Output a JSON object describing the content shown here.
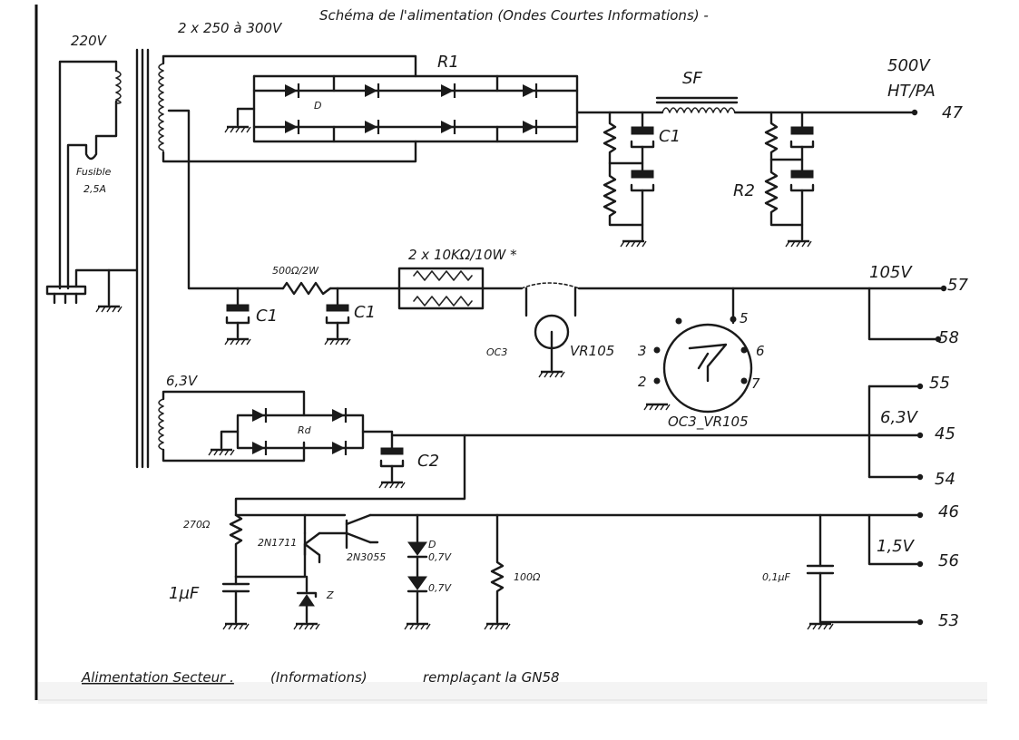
{
  "title": "Schéma de l'alimentation (Ondes Courtes Informations) -",
  "footer": {
    "main": "Alimentation Secteur .",
    "sub": "(Informations)",
    "rest": "remplaçant la GN58"
  },
  "transformer": {
    "mains_voltage": "220V",
    "secondary_ht": "2 x 250 à 300V",
    "fuse_label": "Fusible",
    "fuse_rating": "2,5A",
    "filament": "6,3V"
  },
  "ht_section": {
    "bridge": "R1",
    "diode": "D",
    "choke": "SF",
    "cap": "C1",
    "resistor": "R2",
    "output_voltage": "500V",
    "output_name": "HT/PA",
    "pin": "47"
  },
  "regulator_section": {
    "resistor1": "500Ω/2W",
    "resistor2": "2 x 10KΩ/10W *",
    "cap1": "C1",
    "cap2": "C1",
    "tube_left": "OC3",
    "tube_right": "VR105",
    "tube_caption": "OC3_VR105",
    "output_voltage": "105V",
    "pin_a": "57",
    "pin_b": "58",
    "tube_pins": [
      "5",
      "3",
      "6",
      "2",
      "7"
    ]
  },
  "filament_section": {
    "bridge": "Rd",
    "cap": "C2",
    "voltage": "6,3V",
    "pins": [
      "55",
      "45",
      "54"
    ]
  },
  "low_voltage_section": {
    "r_base": "270Ω",
    "transistor1": "2N1711",
    "transistor2": "2N3055",
    "zener": "Z",
    "cap": "1µF",
    "diode_label": "D",
    "diode1_v": "0,7V",
    "diode2_v": "0,7V",
    "r_load": "100Ω",
    "cap_out": "0,1µF",
    "voltage": "1,5V",
    "pins": [
      "46",
      "56",
      "53"
    ]
  }
}
